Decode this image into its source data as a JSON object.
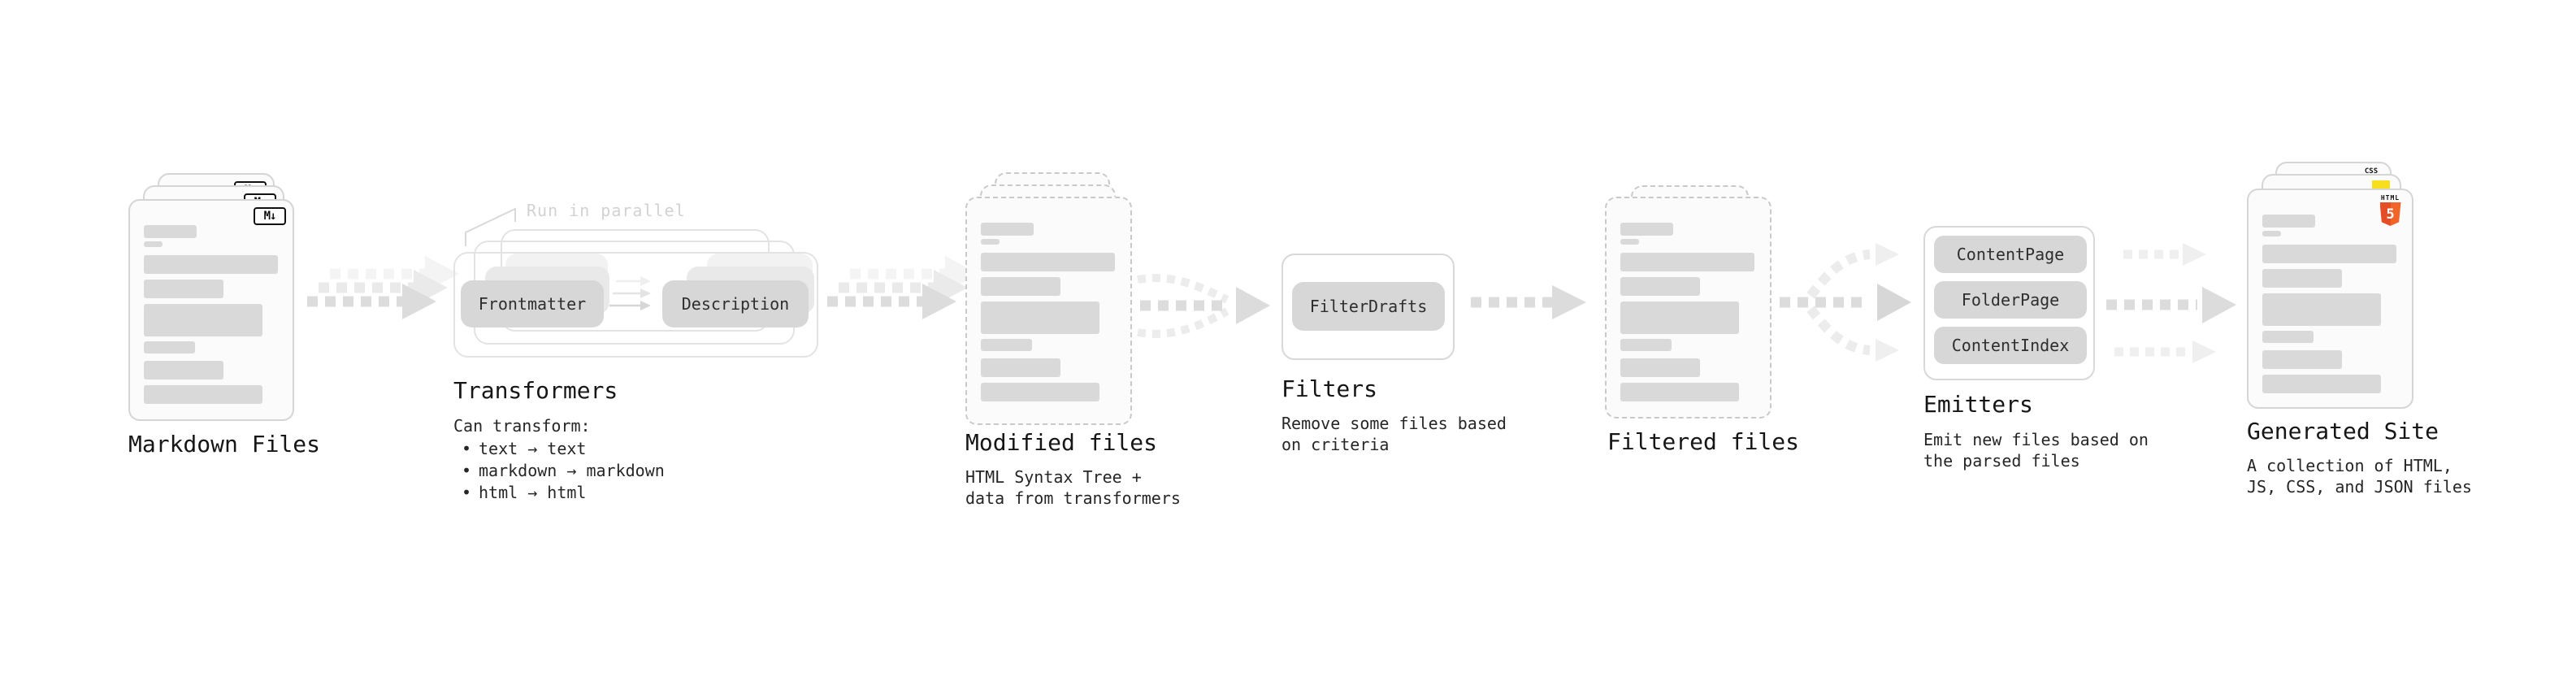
{
  "colors": {
    "html5_orange": "#e44d26",
    "html5_orange_light": "#f16529",
    "js_yellow": "#f7df1e",
    "css_blue": "#2962f1"
  },
  "stages": {
    "markdown": {
      "label": "Markdown Files",
      "badge": "M↓"
    },
    "transformers": {
      "label": "Transformers",
      "annotation": "Run in parallel",
      "pills": [
        "Frontmatter",
        "Description"
      ],
      "desc_title": "Can transform:",
      "bullets": [
        "text → text",
        "markdown → markdown",
        "html → html"
      ]
    },
    "modified": {
      "label": "Modified files",
      "description": "HTML Syntax Tree +\ndata from transformers"
    },
    "filters": {
      "label": "Filters",
      "pills": [
        "FilterDrafts"
      ],
      "description": "Remove some files based\non criteria"
    },
    "filtered": {
      "label": "Filtered files"
    },
    "emitters": {
      "label": "Emitters",
      "pills": [
        "ContentPage",
        "FolderPage",
        "ContentIndex"
      ],
      "description": "Emit new files based on\nthe parsed files"
    },
    "generated": {
      "label": "Generated Site",
      "badges": {
        "css": "CSS",
        "html_top": "HTML",
        "html_num": "5"
      },
      "description": "A collection of HTML,\nJS, CSS, and JSON files"
    }
  }
}
